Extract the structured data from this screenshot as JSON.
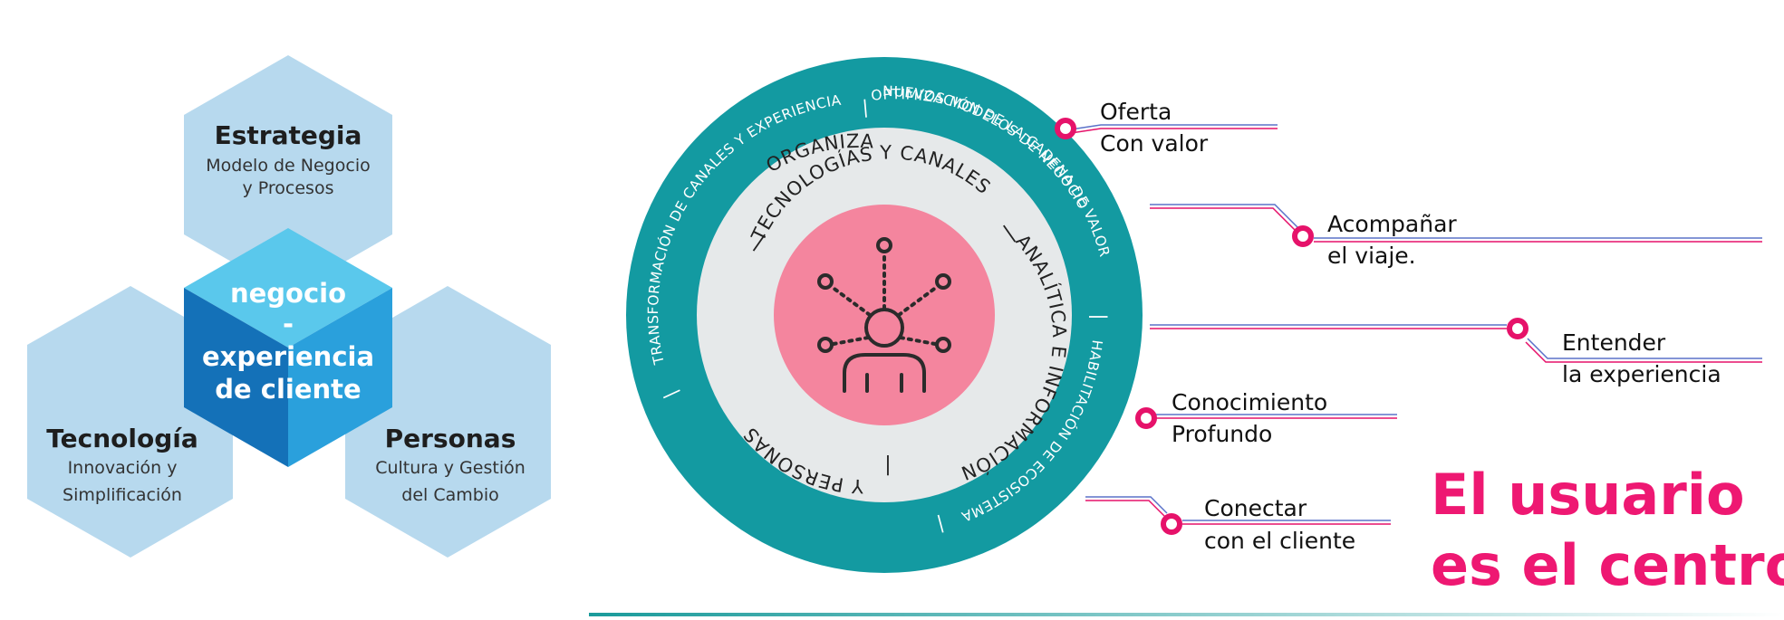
{
  "hexagon_diagram": {
    "top": {
      "title": "Estrategia",
      "line1": "Modelo de Negocio",
      "line2": "y Procesos"
    },
    "left": {
      "title": "Tecnología",
      "line1": "Innovación y",
      "line2": "Simplificación"
    },
    "right": {
      "title": "Personas",
      "line1": "Cultura y Gestión",
      "line2": "del Cambio"
    },
    "center": {
      "line1": "negocio",
      "line2": "-",
      "line3": "experiencia",
      "line4": "de cliente"
    },
    "colors": {
      "light": "#b7d9ee",
      "top_center": "#5ac8ec",
      "left_center": "#1471b8",
      "right_center": "#2aa0dc"
    }
  },
  "circle_diagram": {
    "outer_ring": {
      "top_left": "TRANSFORMACIÓN DE CANALES Y EXPERIENCIA",
      "top_right": "OPTIMIZACIÓN DE LA CADENA DE VALOR",
      "right": "HABILITACIÓN DE ECOSISTEMAS",
      "bottom": "NUEVOS MODELOS DE NEGOCIO",
      "separator": "|"
    },
    "inner_ring": {
      "top": "TECNOLOGÍAS Y CANALES",
      "right": "ANALÍTICA E INFORMACIÓN",
      "bottom": "ORGANIZACIÓN",
      "left": "Y PERSONAS",
      "separator": "|"
    },
    "center_icon": "person-network-icon",
    "colors": {
      "outer": "#139aa1",
      "inner": "#e6e9ea",
      "center": "#f4859e",
      "icon": "#2b2b2b"
    }
  },
  "callouts": [
    {
      "line1": "Oferta",
      "line2": "Con valor"
    },
    {
      "line1": "Acompañar",
      "line2": "el viaje."
    },
    {
      "line1": "Entender",
      "line2": "la experiencia"
    },
    {
      "line1": "Conocimiento",
      "line2": "Profundo"
    },
    {
      "line1": "Conectar",
      "line2": "con el cliente"
    }
  ],
  "callout_color": "#e6126a",
  "headline": {
    "line1": "El usuario",
    "line2": "es el centro",
    "color": "#ee1872"
  }
}
